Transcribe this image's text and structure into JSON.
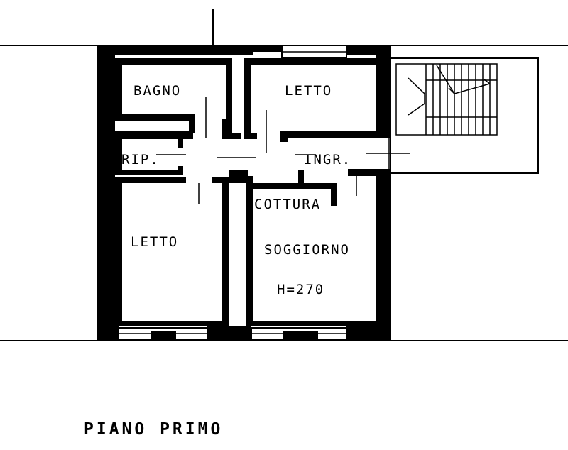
{
  "floor_plan": {
    "title": "PIANO PRIMO",
    "rooms": {
      "bagno": "BAGNO",
      "letto_top": "LETTO",
      "ripostiglio": "RIP.",
      "ingresso": "INGR.",
      "cottura": "COTTURA",
      "letto_bottom": "LETTO",
      "soggiorno": "SOGGIORNO"
    },
    "ceiling_height": "H=270"
  }
}
